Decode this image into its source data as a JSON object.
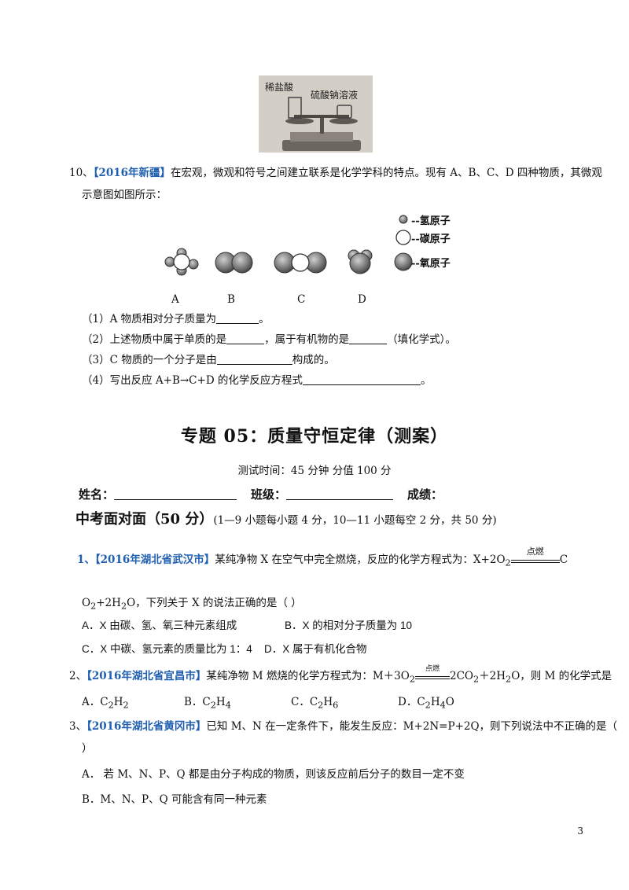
{
  "balance_photo": {
    "label_left": "稀盐酸",
    "label_right": "硫酸钠溶液"
  },
  "q10": {
    "num": "10、",
    "source": "【2016年新疆】",
    "text1": "在宏观，微观和符号之间建立联系是化学学科的特点。现有 A、B、C、D 四种物质，其微观",
    "text2": "示意图如图所示：",
    "molecule_labels": [
      "A",
      "B",
      "C",
      "D"
    ],
    "legend": [
      "--氢原子",
      "--碳原子",
      "--氧原子"
    ],
    "sub1_a": "（1）A 物质相对分子质量为",
    "sub1_b": "。",
    "sub2_a": "（2）上述物质中属于单质的是",
    "sub2_b": "，属于有机物的是",
    "sub2_c": "（填化学式）。",
    "sub3_a": "（3）C 物质的一个分子是由",
    "sub3_b": "构成的。",
    "sub4_a": "（4）写出反应 A+B→C+D 的化学反应方程式",
    "sub4_b": "。"
  },
  "title": "专题 05：质量守恒定律（测案）",
  "subtitle": "测试时间：45 分钟      分值 100 分",
  "name_row": {
    "name": "姓名：",
    "class": "班级：",
    "score": "成绩："
  },
  "section": {
    "heading": "中考面对面（50 分）",
    "note": "(1—9 小题每小题 4 分，10—11 小题每空 2 分，共 50 分)"
  },
  "q1": {
    "num": "1、",
    "source": "【2016年湖北省武汉市】",
    "text_a": "某纯净物 X 在空气中完全燃烧，反应的化学方程式为：X+2O",
    "sub_2": "2",
    "condition": "点燃",
    "text_b": "C",
    "line2_a": "O",
    "line2_sub": "2",
    "line2_b": "+2H",
    "line2_sub2": "2",
    "line2_c": "O，下列关于 X 的说法正确的是（     ）",
    "optA": "A．X 由碳、氢、氧三种元素组成",
    "optB": "B．X 的相对分子质量为 10",
    "optC": "C．X 中碳、氢元素的质量比为 1：4",
    "optD": "D．X 属于有机化合物"
  },
  "q2": {
    "num": "2、",
    "source": "【2016年湖北省宜昌市】",
    "text_a": "某纯净物 M 燃烧的化学方程式为：M＋3O",
    "condition": "点燃",
    "text_b": "2CO",
    "text_c": "＋2H",
    "text_d": "O，则 M 的化学式是",
    "optA_a": "A．C",
    "optA_s1": "2",
    "optA_b": "H",
    "optA_s2": "2",
    "optB_a": "B．C",
    "optB_s1": "2",
    "optB_b": "H",
    "optB_s2": "4",
    "optC_a": "C．C",
    "optC_s1": "2",
    "optC_b": "H",
    "optC_s2": "6",
    "optD_a": "D．C",
    "optD_s1": "2",
    "optD_b": "H",
    "optD_s2": "4",
    "optD_c": "O",
    "sub2": "2"
  },
  "q3": {
    "num": "3、",
    "source": "【2016年湖北省黄冈市】",
    "text1": "已知 M、N 在一定条件下，能发生反应：M+2N=P+2Q，则下列说法中不正确的是（",
    "text2": "）",
    "optA": "A．  若 M、N、P、Q 都是由分子构成的物质，则该反应前后分子的数目一定不变",
    "optB": "B．M、N、P、Q 可能含有同一种元素"
  },
  "page_number": "3"
}
